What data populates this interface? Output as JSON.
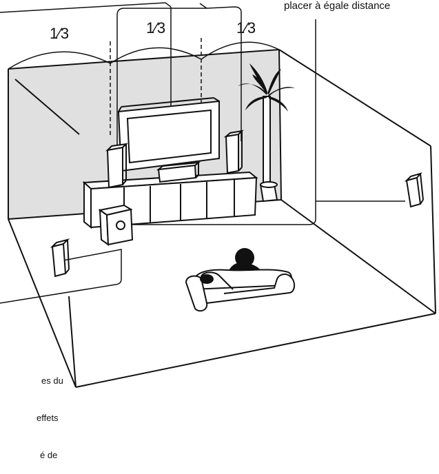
{
  "diagram": {
    "top_right_caption": "placer à égale distance",
    "fraction_labels": [
      "1⁄3",
      "1⁄3",
      "1⁄3"
    ],
    "bottom_left_fragments": [
      "es du",
      "effets",
      "é de"
    ]
  }
}
